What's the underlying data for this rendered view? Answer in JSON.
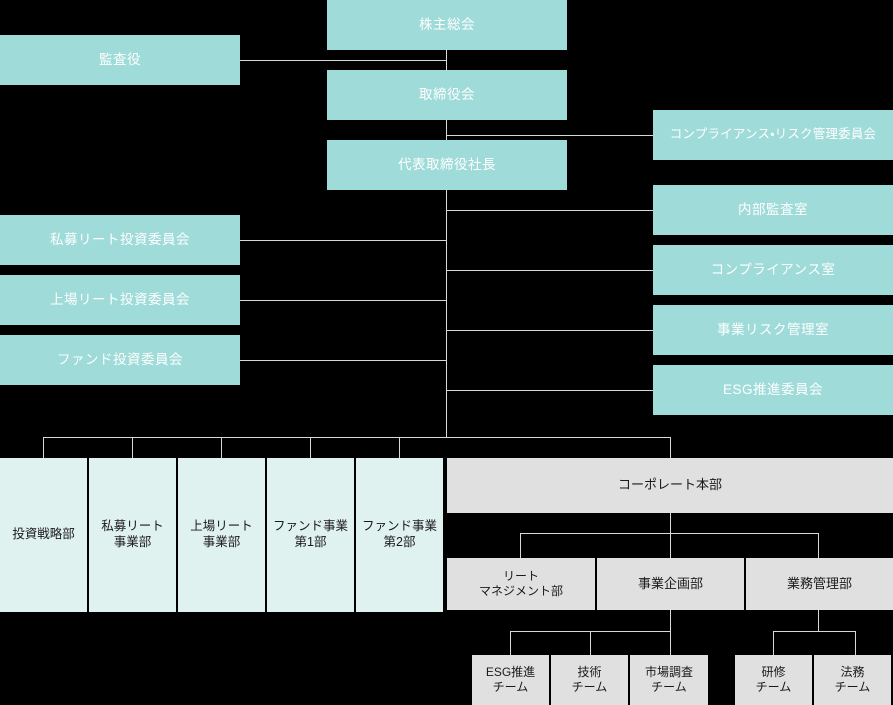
{
  "colors": {
    "background": "#000000",
    "governance_fill": "#9fdbd8",
    "governance_text": "#ffffff",
    "department_fill": "#e0f2f0",
    "department_text": "#1a1a1a",
    "corporate_fill": "#e0e0e0",
    "corporate_text": "#1a1a1a",
    "connector_line": "#d8d8d8"
  },
  "governance": {
    "shareholders_meeting": "株主総会",
    "board_of_directors": "取締役会",
    "president": "代表取締役社長",
    "auditor": "監査役"
  },
  "left_committees": [
    {
      "label": "私募リート投資委員会"
    },
    {
      "label": "上場リート投資委員会"
    },
    {
      "label": "ファンド投資委員会"
    }
  ],
  "right_units": [
    {
      "label": "コンプライアンス・リスク管理委員会"
    },
    {
      "label": "内部監査室"
    },
    {
      "label": "コンプライアンス室"
    },
    {
      "label": "事業リスク管理室"
    },
    {
      "label": "ESG推進委員会"
    }
  ],
  "departments": [
    {
      "label": "投資戦略部"
    },
    {
      "label": "私募リート\n事業部"
    },
    {
      "label": "上場リート\n事業部"
    },
    {
      "label": "ファンド事業\n第1部"
    },
    {
      "label": "ファンド事業\n第2部"
    }
  ],
  "corporate": {
    "headquarters": "コーポレート本部",
    "divisions": [
      {
        "label": "リート\nマネジメント部"
      },
      {
        "label": "事業企画部"
      },
      {
        "label": "業務管理部"
      }
    ],
    "teams_left": [
      {
        "label": "ESG推進\nチーム"
      },
      {
        "label": "技術\nチーム"
      },
      {
        "label": "市場調査\nチーム"
      }
    ],
    "teams_right": [
      {
        "label": "研修\nチーム"
      },
      {
        "label": "法務\nチーム"
      }
    ]
  }
}
